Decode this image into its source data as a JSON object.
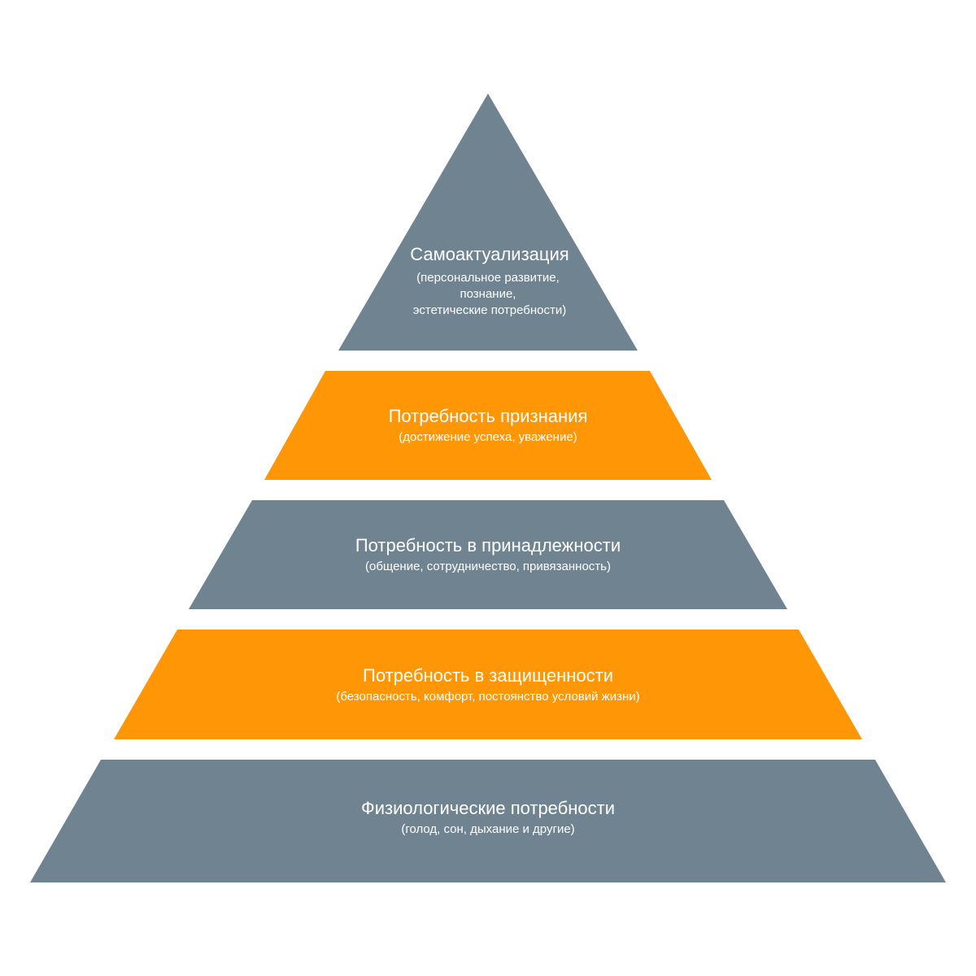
{
  "colors": {
    "slate": "#6f8391",
    "orange": "#ff9606",
    "text": "#ffffff"
  },
  "tiers": [
    {
      "title": "Самоактуализация",
      "subtitle_lines": [
        "(персональное развитие,",
        "познание,",
        "эстетические потребности)"
      ],
      "color": "#6f8391"
    },
    {
      "title": "Потребность признания",
      "subtitle_lines": [
        "(достижение успеха, уважение)"
      ],
      "color": "#ff9606"
    },
    {
      "title": "Потребность в принадлежности",
      "subtitle_lines": [
        "(общение, сотрудничество, привязанность)"
      ],
      "color": "#6f8391"
    },
    {
      "title": "Потребность в защищенности",
      "subtitle_lines": [
        "(безопасность, комфорт, постоянство условий жизни)"
      ],
      "color": "#ff9606"
    },
    {
      "title": "Физиологические потребности",
      "subtitle_lines": [
        "(голод, сон, дыхание и другие)"
      ],
      "color": "#6f8391"
    }
  ]
}
